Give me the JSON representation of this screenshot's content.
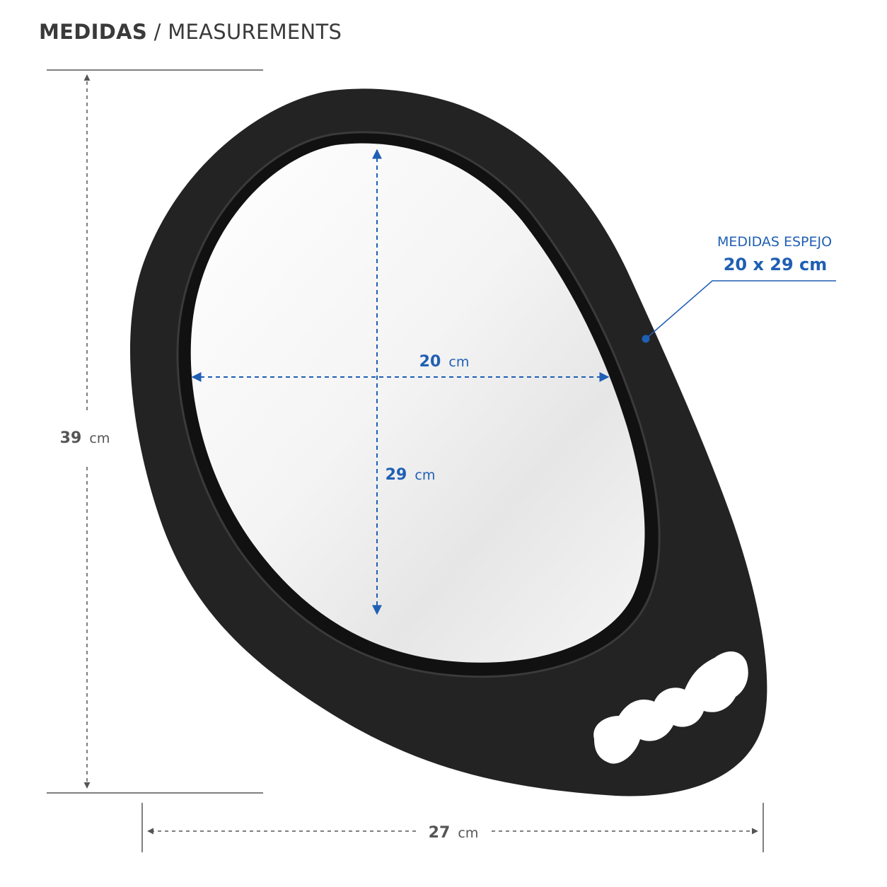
{
  "title": {
    "primary": "MEDIDAS",
    "separator": "/",
    "secondary": "MEASUREMENTS"
  },
  "dimensions": {
    "total_height": {
      "value": "39",
      "unit": "cm"
    },
    "total_width": {
      "value": "27",
      "unit": "cm"
    },
    "mirror_width": {
      "value": "20",
      "unit": "cm"
    },
    "mirror_height": {
      "value": "29",
      "unit": "cm"
    }
  },
  "callout": {
    "label": "MEDIDAS ESPEJO",
    "value": "20 x 29 cm"
  },
  "colors": {
    "frame": "#232323",
    "accent_blue": "#1f5fb4",
    "dimension_gray": "#555555",
    "text_gray": "#3a3a3a"
  }
}
